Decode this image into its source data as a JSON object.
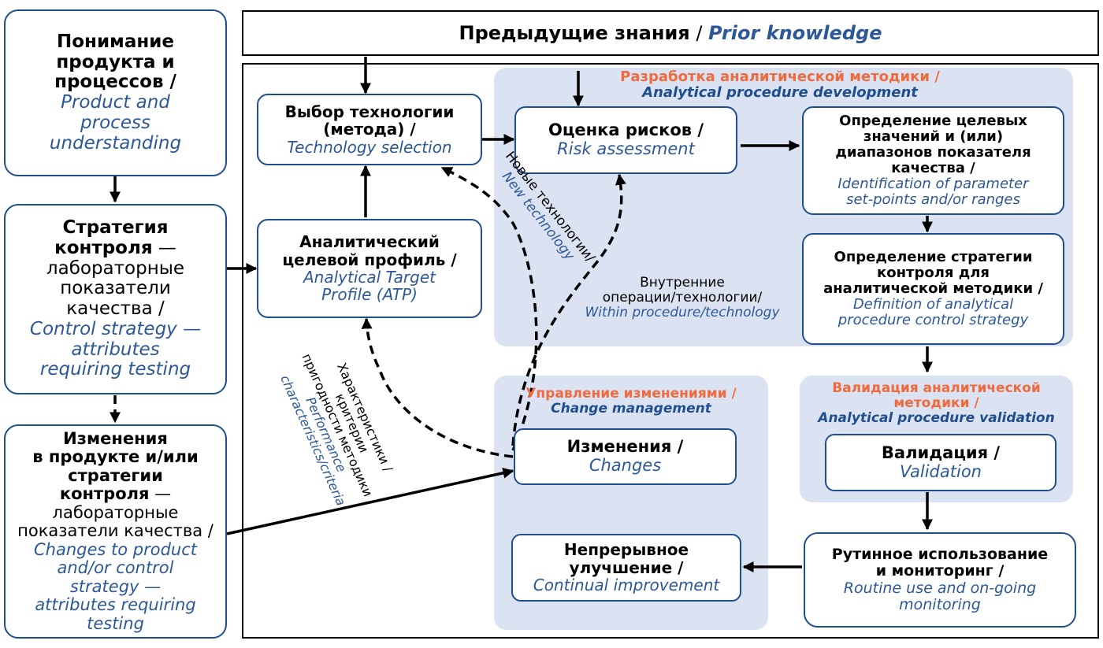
{
  "prior": {
    "ru": "Предыдущие знания",
    "sep": " / ",
    "en": "Prior knowledge"
  },
  "product": {
    "ru": [
      "Понимание",
      "продукта и",
      "процессов /"
    ],
    "en": [
      "Product and",
      "process",
      "understanding"
    ]
  },
  "strategy": {
    "ru": [
      "Стратегия",
      "контроля"
    ],
    "dash": " —",
    "plain": [
      "лабораторные",
      "показатели",
      "качества /"
    ],
    "en": [
      "Control strategy —",
      "attributes",
      "requiring testing"
    ]
  },
  "changes_left": {
    "ru": [
      "Изменения",
      "в продукте и/или",
      "стратегии"
    ],
    "ru2": "контроля",
    "dash": " —",
    "plain": [
      "лабораторные",
      "показатели качества /"
    ],
    "en": [
      "Changes to product",
      "and/or control",
      "strategy —",
      "attributes requiring",
      "testing"
    ]
  },
  "tech": {
    "ru": [
      "Выбор технологии",
      "(метода) /"
    ],
    "en": [
      "Technology selection"
    ]
  },
  "atp": {
    "ru": [
      "Аналитический",
      "целевой профиль /"
    ],
    "en": [
      "Analytical Target",
      "Profile (ATP)"
    ]
  },
  "dev": {
    "ru": "Разработка аналитической методики /",
    "en": "Analytical procedure development"
  },
  "risk": {
    "ru": [
      "Оценка рисков /"
    ],
    "en": [
      "Risk assessment"
    ]
  },
  "setpoints": {
    "ru": [
      "Определение целевых",
      "значений и (или)",
      "диапазонов показателя",
      "качества /"
    ],
    "en": [
      "Identification of parameter",
      "set-points and/or ranges"
    ]
  },
  "ctrl_def": {
    "ru": [
      "Определение стратегии",
      "контроля для",
      "аналитической методики /"
    ],
    "en": [
      "Definition of analytical",
      "procedure control strategy"
    ]
  },
  "within": {
    "plain": [
      "Внутренние",
      "операции/технологии/"
    ],
    "en": [
      "Within procedure/technology"
    ]
  },
  "newtech": {
    "plain": "Новые технологии/",
    "en": "New technology"
  },
  "perf": {
    "plain": [
      "Характеристики /",
      "критерии",
      "пригодности методики /"
    ],
    "en": [
      "Performance",
      "characteristics/criteria"
    ]
  },
  "cm": {
    "ru": "Управление изменениями /",
    "en": "Change management"
  },
  "changes": {
    "ru": [
      "Изменения /"
    ],
    "en": [
      "Changes"
    ]
  },
  "improve": {
    "ru": [
      "Непрерывное",
      "улучшение /"
    ],
    "en": [
      "Continual improvement"
    ]
  },
  "val": {
    "ru": [
      "Валидация аналитической",
      "методики /"
    ],
    "en": "Analytical procedure validation"
  },
  "validation": {
    "ru": [
      "Валидация /"
    ],
    "en": [
      "Validation"
    ]
  },
  "routine": {
    "ru": [
      "Рутинное использование",
      "и мониторинг /"
    ],
    "en": [
      "Routine use and on-going",
      "monitoring"
    ]
  }
}
